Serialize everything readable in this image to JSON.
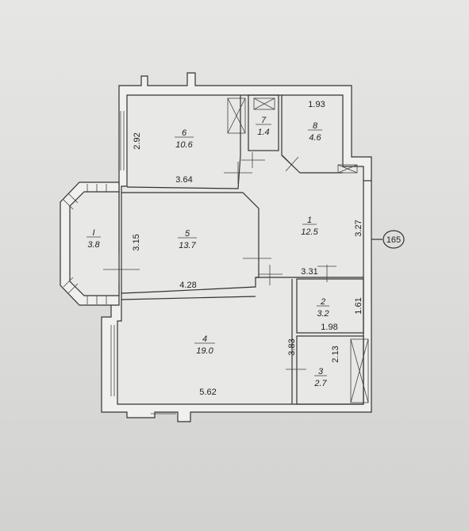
{
  "rooms": [
    {
      "id": "1",
      "area": "12.5"
    },
    {
      "id": "2",
      "area": "3.2"
    },
    {
      "id": "3",
      "area": "2.7"
    },
    {
      "id": "4",
      "area": "19.0"
    },
    {
      "id": "5",
      "area": "13.7"
    },
    {
      "id": "6",
      "area": "10.6"
    },
    {
      "id": "7",
      "area": "1.4"
    },
    {
      "id": "8",
      "area": "4.6"
    },
    {
      "id": "I",
      "area": "3.8"
    }
  ],
  "dimensions": [
    "2.92",
    "3.64",
    "1.93",
    "3.15",
    "4.28",
    "3.27",
    "3.31",
    "1.61",
    "1.98",
    "3.83",
    "2.13",
    "5.62"
  ],
  "apartment_number": "165"
}
